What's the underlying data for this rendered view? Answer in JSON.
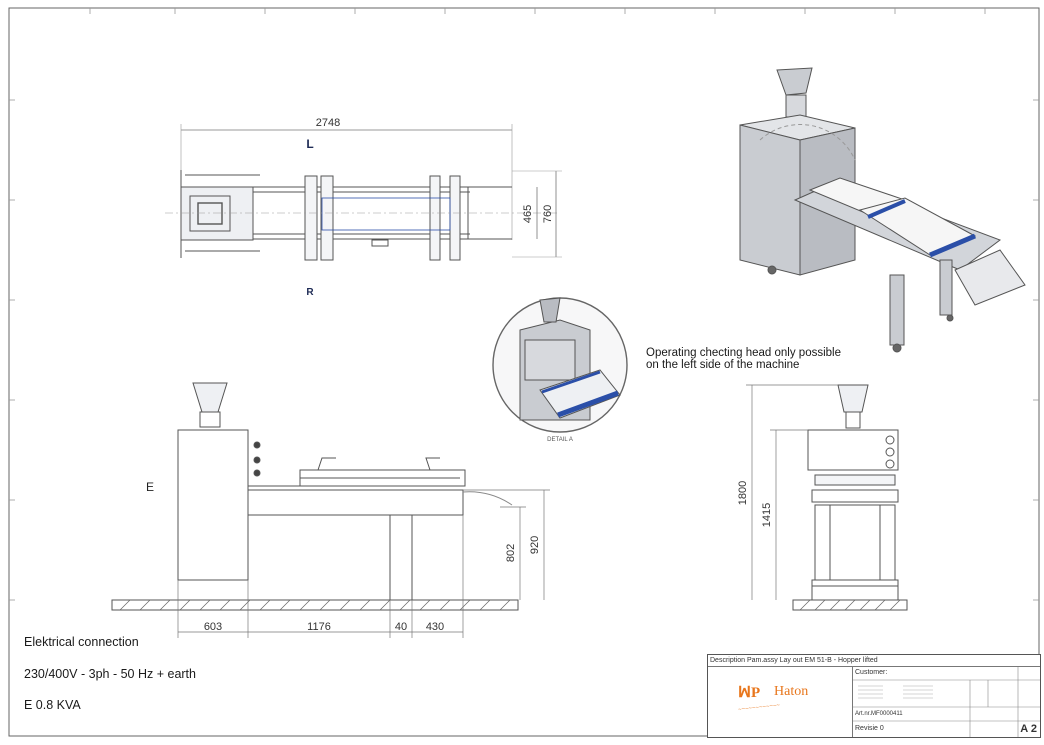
{
  "top_view": {
    "length": "2748",
    "side_left": "L",
    "side_right": "R",
    "width_inner": "465",
    "width_outer": "760"
  },
  "side_view": {
    "label_e": "E",
    "height_table": "802",
    "height_top": "920",
    "dim_a": "603",
    "dim_b": "1176",
    "dim_c": "40",
    "dim_d": "430"
  },
  "front_view": {
    "height_total": "1800",
    "height_hopper": "1415"
  },
  "detail_label": "DETAIL A",
  "note": {
    "line1": "Operating checting head only possible",
    "line2": "on the left side of the machine"
  },
  "electrical": {
    "title": "Elektrical connection",
    "spec": "230/400V - 3ph - 50 Hz + earth",
    "power": "E  0.8 KVA"
  },
  "title_block": {
    "description": "Description Pam.assy Lay out  EM 51-B - Hopper lifted",
    "customer": "Customer:",
    "brand": "Haton",
    "article": "Art.nr.MF0000411",
    "revision": "Revisie 0",
    "sheet_size": "A 2"
  },
  "colors": {
    "line": "#4a4a4a",
    "belt_blue": "#2b4fa8",
    "brand_orange": "#e8761c",
    "machine_grey": "#c9ccd1"
  }
}
